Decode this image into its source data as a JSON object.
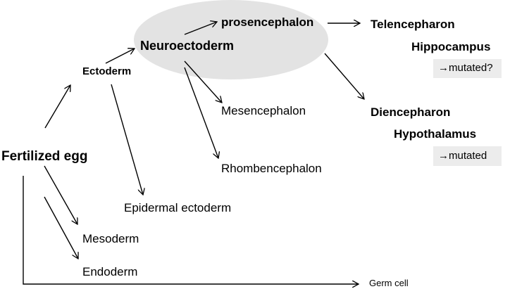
{
  "nodes": {
    "fertilized_egg": "Fertilized egg",
    "ectoderm": "Ectoderm",
    "neuroectoderm": "Neuroectoderm",
    "prosencephalon": "prosencephalon",
    "telencepharon": "Telencepharon",
    "hippocampus": "Hippocampus",
    "hippocampus_note": "→mutated?",
    "mesencephalon": "Mesencephalon",
    "rhombencephalon": "Rhombencephalon",
    "diencepharon": "Diencepharon",
    "hypothalamus": "Hypothalamus",
    "hypothalamus_note": "→mutated",
    "epidermal_ectoderm": "Epidermal ectoderm",
    "mesoderm": "Mesoderm",
    "endoderm": "Endoderm",
    "germ_cell": "Germ cell"
  },
  "colors": {
    "highlight": "#e3e3e3",
    "note_box": "#ececec",
    "line": "#000000"
  }
}
